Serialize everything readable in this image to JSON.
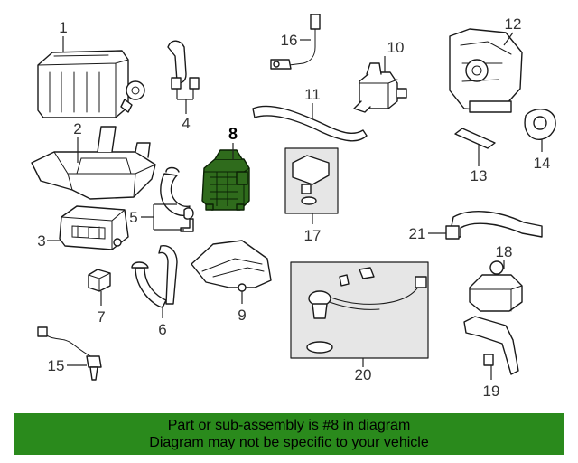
{
  "diagram": {
    "callouts": [
      "1",
      "2",
      "3",
      "4",
      "5",
      "6",
      "7",
      "8",
      "9",
      "10",
      "11",
      "12",
      "13",
      "14",
      "15",
      "16",
      "17",
      "18",
      "19",
      "20",
      "21"
    ],
    "highlighted_part": "8",
    "highlight_color": "#2f6b1c"
  },
  "footer": {
    "line1": "Part or sub-assembly is #8 in diagram",
    "line2": "Diagram may not be specific to your vehicle",
    "background": "#2a8a1c"
  }
}
